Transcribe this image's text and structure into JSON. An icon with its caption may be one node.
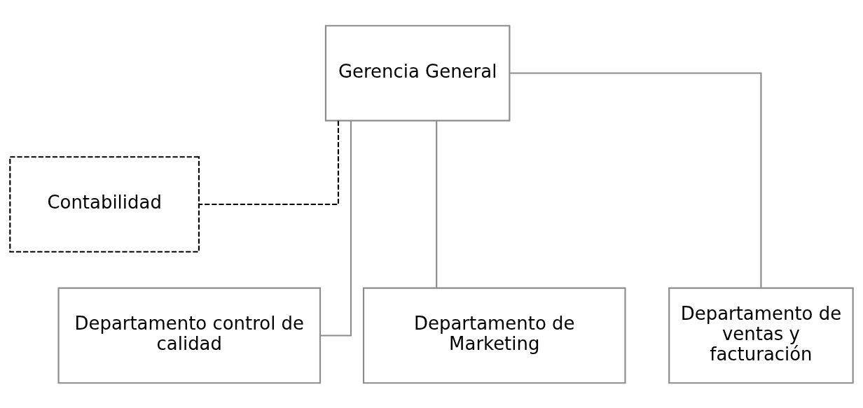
{
  "diagram": {
    "nodes": [
      {
        "text": [
          "Gerencia General"
        ]
      },
      {
        "text": [
          "Contabilidad"
        ]
      },
      {
        "text": [
          "Departamento control de calidad"
        ]
      },
      {
        "text": [
          "Departamento de Marketing"
        ]
      },
      {
        "text": [
          "Departamento de ventas y facturación"
        ]
      }
    ],
    "edges": [
      {
        "from": 0,
        "to": 1,
        "arrow": "none",
        "style": "dashed",
        "color": "#000000"
      },
      {
        "from": 0,
        "to": 2,
        "arrow": "none"
      },
      {
        "from": 0,
        "to": 3,
        "arrow": "none"
      },
      {
        "from": 0,
        "to": 4,
        "arrow": "none"
      }
    ]
  }
}
